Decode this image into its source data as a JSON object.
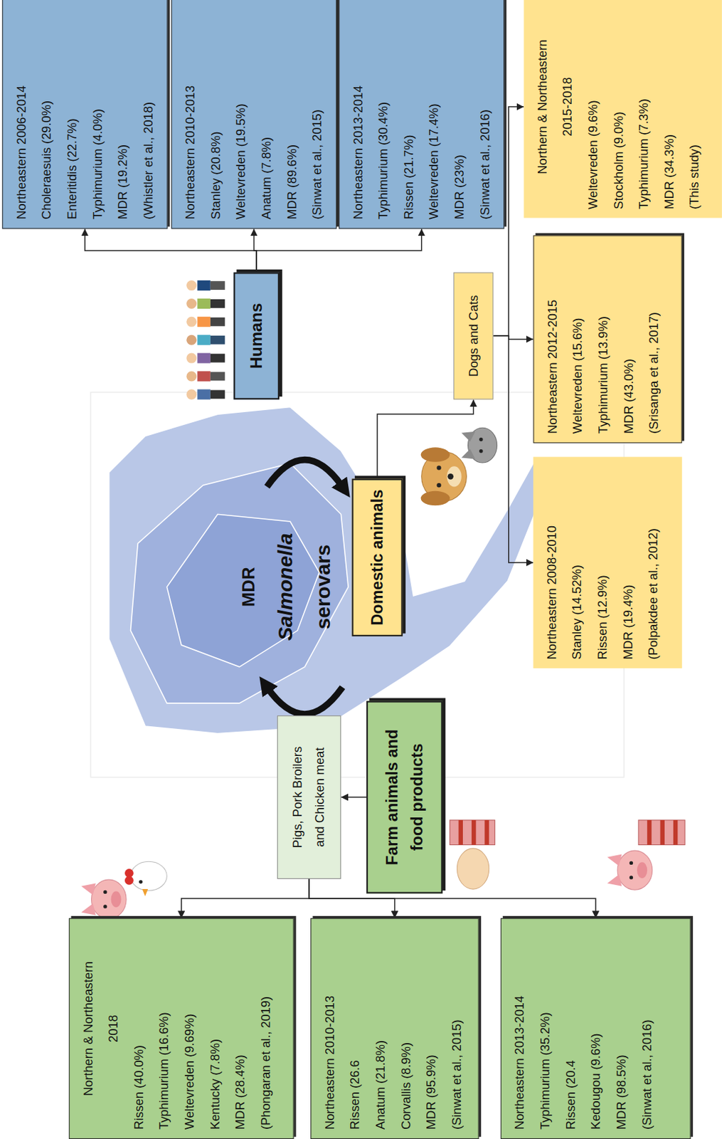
{
  "diagram": {
    "nodes": [
      {
        "text": [
          "Northern & Northeastern 2018",
          "Rissen (40.0%)",
          "Typhimurium (16.6%)",
          "Weltevreden (9.69%)",
          "Kentucky (7.8%)",
          "MDR (28.4%)",
          "(Phongaran et al., 2019)"
        ]
      },
      {
        "text": [
          "Northeastern 2010-2013",
          "Rissen (26.6",
          "Anatum (21.8%)",
          "Corvallis (8.9%)",
          "MDR (95.9%)",
          "(Sinwat et al., 2015)"
        ]
      },
      {
        "text": [
          "Northeastern 2013-2014",
          "Typhimurium (35.2%)",
          "Rissen (20.4",
          "Kedougou (9.6%)",
          "MDR (98.5%)",
          "(Sinwat et al., 2016)"
        ]
      },
      {
        "text": [
          "Pigs, Pork Broilers and Chicken meat"
        ]
      },
      {
        "text": [
          "Farm animals and food products"
        ]
      },
      {
        "text": [
          "Humans"
        ]
      },
      {
        "text": [
          "Northeastern 2006-2014",
          "Choleraesuis (29.0%)",
          "Enteritidis (22.7%)",
          "Typhimurium (4.0%)",
          "MDR (19.2%)",
          "(Whistler et al., 2018)"
        ]
      },
      {
        "text": [
          "Northeastern 2010-2013",
          "Stanley (20.8%)",
          "Weltevreden (19.5%)",
          "Anatum (7.8%)",
          "MDR (89.6%)",
          "(Sinwat et al., 2015)"
        ]
      },
      {
        "text": [
          "Northeastern 2013-2014",
          "Typhimurium (30.4%)",
          "Rissen (21.7%)",
          "Weltevreden (17.4%)",
          "MDR (23%)",
          "(Sinwat et al., 2016)"
        ]
      },
      {
        "text": [
          "Domestic animals"
        ]
      },
      {
        "text": [
          "Dogs and Cats"
        ]
      },
      {
        "text": [
          "Northeastern 2008-2010",
          "Stanley (14.52%)",
          "Rissen (12.9%)",
          "MDR (19.4%)",
          "(Polpakdee et al., 2012)"
        ]
      },
      {
        "text": [
          "Northeastern 2012-2015",
          "Weltevreden (15.6%)",
          "Typhimurium (13.9%)",
          "MDR (43.0%)",
          "(Srisanga et al., 2017)"
        ]
      },
      {
        "text": [
          "Northern & Northeastern 2015-2018",
          "Weltevreden (9.6%)",
          "Stockholm (9.0%)",
          "Typhimurium (7.3%)",
          "MDR (34.3%)",
          "(This study)"
        ]
      }
    ],
    "edges": [
      {
        "from": 4,
        "to": 3,
        "arrow": "to"
      },
      {
        "from": 3,
        "to": 0,
        "arrow": "to"
      },
      {
        "from": 3,
        "to": 1,
        "arrow": "to"
      },
      {
        "from": 3,
        "to": 2,
        "arrow": "to"
      },
      {
        "from": 5,
        "to": 6,
        "arrow": "to"
      },
      {
        "from": 5,
        "to": 7,
        "arrow": "to"
      },
      {
        "from": 5,
        "to": 8,
        "arrow": "to"
      },
      {
        "from": 9,
        "to": 10,
        "arrow": "to"
      },
      {
        "from": 10,
        "to": 11,
        "arrow": "to"
      },
      {
        "from": 10,
        "to": 12,
        "arrow": "to"
      },
      {
        "from": 10,
        "to": 13,
        "arrow": "to"
      }
    ],
    "labels": [
      "MDR",
      "Salmonella",
      "serovars"
    ]
  }
}
